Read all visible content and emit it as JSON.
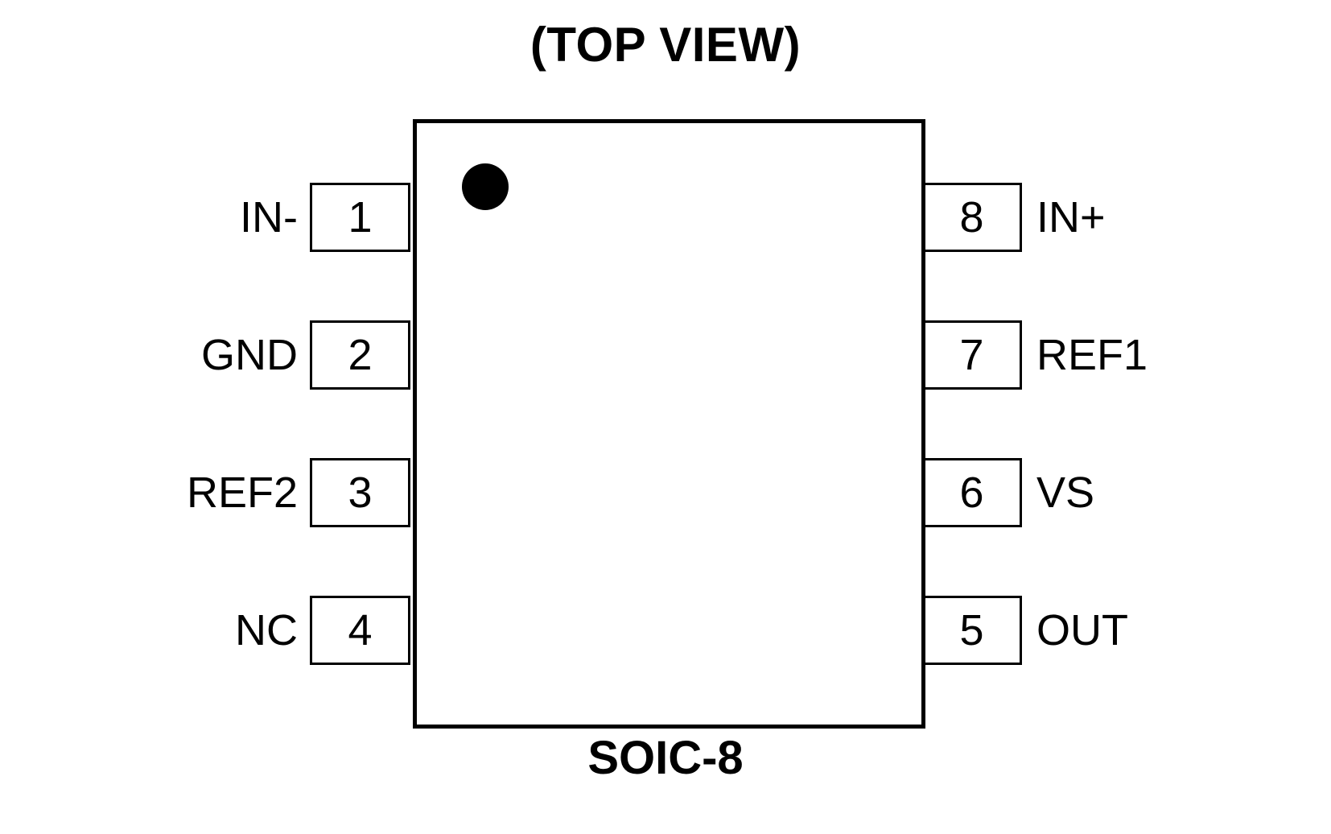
{
  "diagram": {
    "title": "(TOP VIEW)",
    "package_name": "SOIC-8",
    "pin1_marker": "pin1-dot",
    "colors": {
      "background": "#ffffff",
      "outline": "#000000",
      "text": "#000000"
    },
    "pins_left": [
      {
        "number": "1",
        "label": "IN-"
      },
      {
        "number": "2",
        "label": "GND"
      },
      {
        "number": "3",
        "label": "REF2"
      },
      {
        "number": "4",
        "label": "NC"
      }
    ],
    "pins_right": [
      {
        "number": "8",
        "label": "IN+"
      },
      {
        "number": "7",
        "label": "REF1"
      },
      {
        "number": "6",
        "label": "VS"
      },
      {
        "number": "5",
        "label": "OUT"
      }
    ]
  }
}
